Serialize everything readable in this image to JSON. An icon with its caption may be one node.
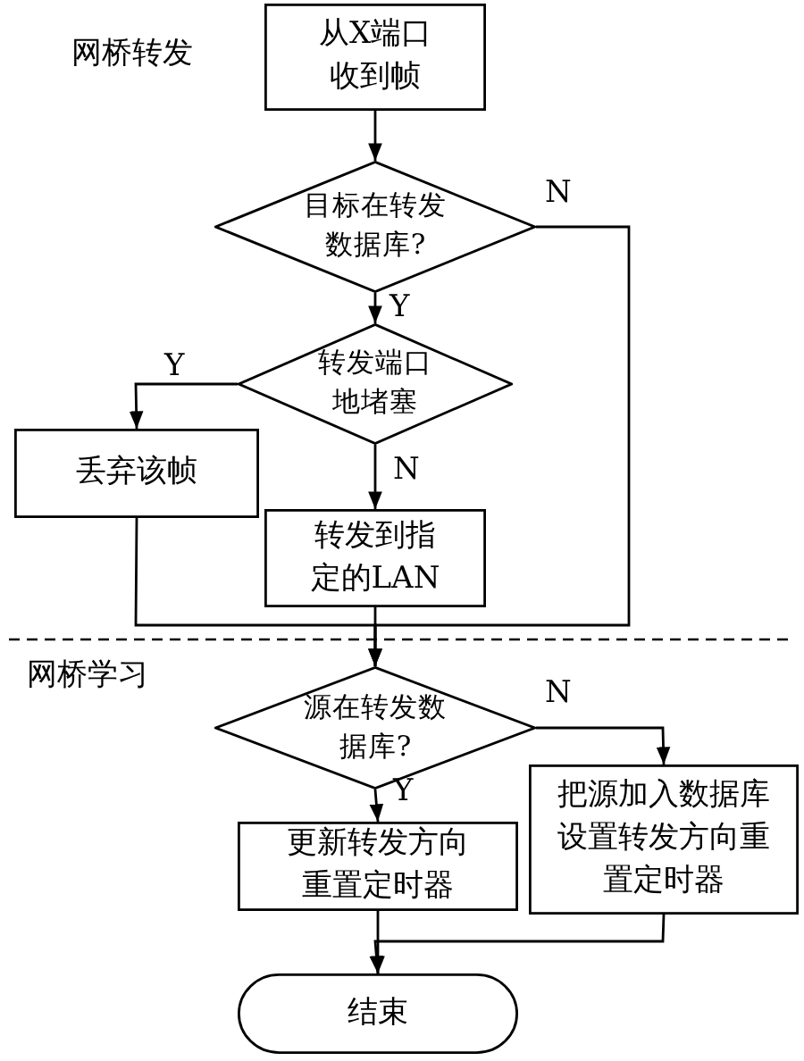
{
  "diagram": {
    "nodes": [
      {
        "text": [
          "从X端口收到帧"
        ]
      },
      {
        "text": [
          "目标在转发数据库?"
        ]
      },
      {
        "text": [
          "转发端口地堵塞"
        ]
      },
      {
        "text": [
          "丢弃该帧"
        ]
      },
      {
        "text": [
          "转发到指定的LAN"
        ]
      },
      {
        "text": [
          "源在转发数据库?"
        ]
      },
      {
        "text": [
          "更新转发方向重置定时器"
        ]
      },
      {
        "text": [
          "把源加入数据库设置转发方向重置定时器"
        ]
      },
      {
        "text": [
          "结束"
        ]
      }
    ],
    "edges": [
      {
        "from": 0,
        "to": 1,
        "arrow": "to"
      },
      {
        "from": 1,
        "to": 2,
        "arrow": "to",
        "label": "Y"
      },
      {
        "from": 1,
        "to": 5,
        "arrow": "to",
        "label": "N"
      },
      {
        "from": 2,
        "to": 3,
        "arrow": "to",
        "label": "Y"
      },
      {
        "from": 2,
        "to": 4,
        "arrow": "to",
        "label": "N"
      },
      {
        "from": 3,
        "to": 5,
        "arrow": "to"
      },
      {
        "from": 4,
        "to": 5,
        "arrow": "to"
      },
      {
        "from": 5,
        "to": 6,
        "arrow": "to",
        "label": "Y"
      },
      {
        "from": 5,
        "to": 7,
        "arrow": "to",
        "label": "N"
      },
      {
        "from": 6,
        "to": 8,
        "arrow": "to"
      },
      {
        "from": 7,
        "to": 8,
        "arrow": "to"
      }
    ],
    "labels": [
      "网桥转发",
      "网桥学习"
    ]
  }
}
